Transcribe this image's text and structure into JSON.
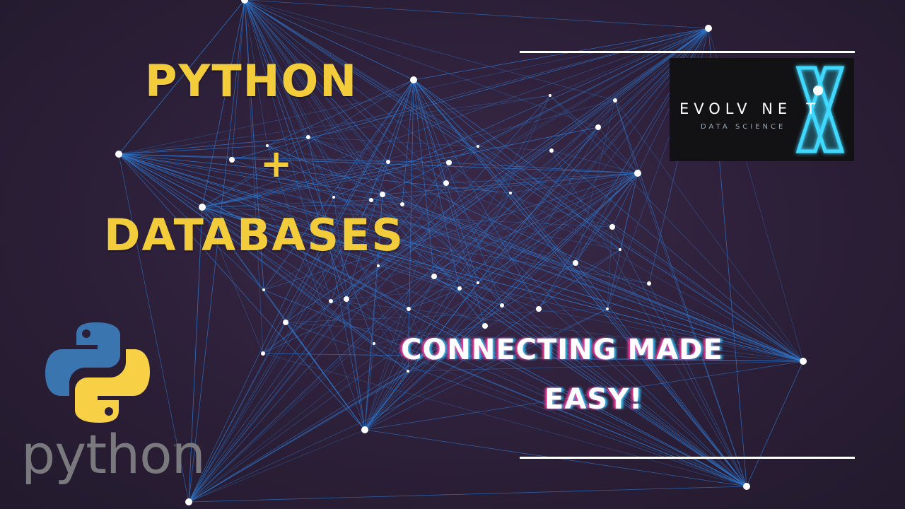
{
  "headline": {
    "line1": "PYTHON",
    "line2": "+",
    "line3": "DATABASES"
  },
  "tagline": {
    "line1": "CONNECTING MADE",
    "line2": "EASY!"
  },
  "brand": {
    "name_before": "EVOLV NE",
    "name_after": "T",
    "subtitle": "DATA SCIENCE",
    "icon": "x-logo-icon"
  },
  "python_logo": {
    "icon": "python-logo-icon",
    "wordmark": "python",
    "trademark": "™"
  },
  "colors": {
    "headline": "#f2cc3a",
    "background": "#2c1f38",
    "network_line": "#2f79d0",
    "node": "#ffffff",
    "brand_accent": "#3fd8ff",
    "python_blue": "#3a75b0",
    "python_yellow": "#f7d046"
  }
}
